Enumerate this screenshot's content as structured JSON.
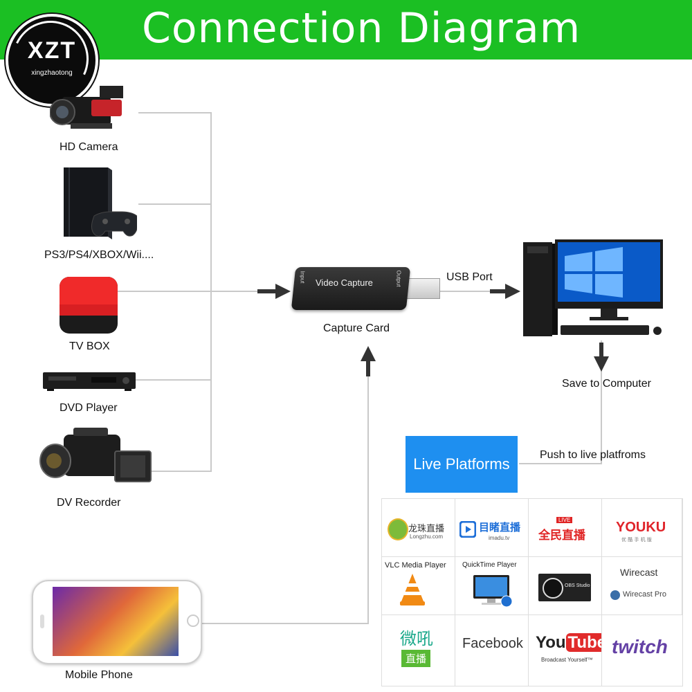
{
  "banner": {
    "title": "Connection Diagram"
  },
  "logo": {
    "text": "XZT",
    "subtext": "xingzhaotong"
  },
  "devices": {
    "hd_camera": "HD Camera",
    "console": "PS3/PS4/XBOX/Wii....",
    "tv_box": "TV BOX",
    "dvd_player": "DVD Player",
    "dv_recorder": "DV Recorder",
    "mobile_phone": "Mobile Phone"
  },
  "capture_card": {
    "label": "Capture Card",
    "device_text": "Video Capture",
    "input_label": "Input",
    "output_label": "Output"
  },
  "usb_port": "USB Port",
  "save_to_computer": "Save to Computer",
  "push_label": "Push to live platfroms",
  "live_platforms": "Live Platforms",
  "platforms": {
    "longzhu": {
      "name": "龙珠直播",
      "sub": "Longzhu.com"
    },
    "imadu": {
      "name": "目睹直播",
      "sub": "imadu.tv"
    },
    "quanmin": {
      "name": "全民直播",
      "badge": "LIVE"
    },
    "youku": {
      "name": "YOUKU",
      "sub": "优 酷 手 机 版"
    },
    "vlc": {
      "name": "VLC Media Player"
    },
    "quicktime": {
      "name": "QuickTime Player"
    },
    "obs": {
      "name": "OBS Studio"
    },
    "wirecast": {
      "name": "Wirecast",
      "sub": "Wirecast Pro"
    },
    "weibo": {
      "name": "微吼",
      "sub": "直播"
    },
    "facebook": {
      "name": "Facebook"
    },
    "youtube": {
      "name_you": "You",
      "name_tube": "Tube",
      "sub": "Broadcast Yourself™"
    },
    "twitch": {
      "name": "twitch"
    }
  },
  "colors": {
    "banner": "#1bbf23",
    "live_box": "#1e8ff0",
    "connector": "#c9c9c9",
    "arrow": "#333333"
  }
}
